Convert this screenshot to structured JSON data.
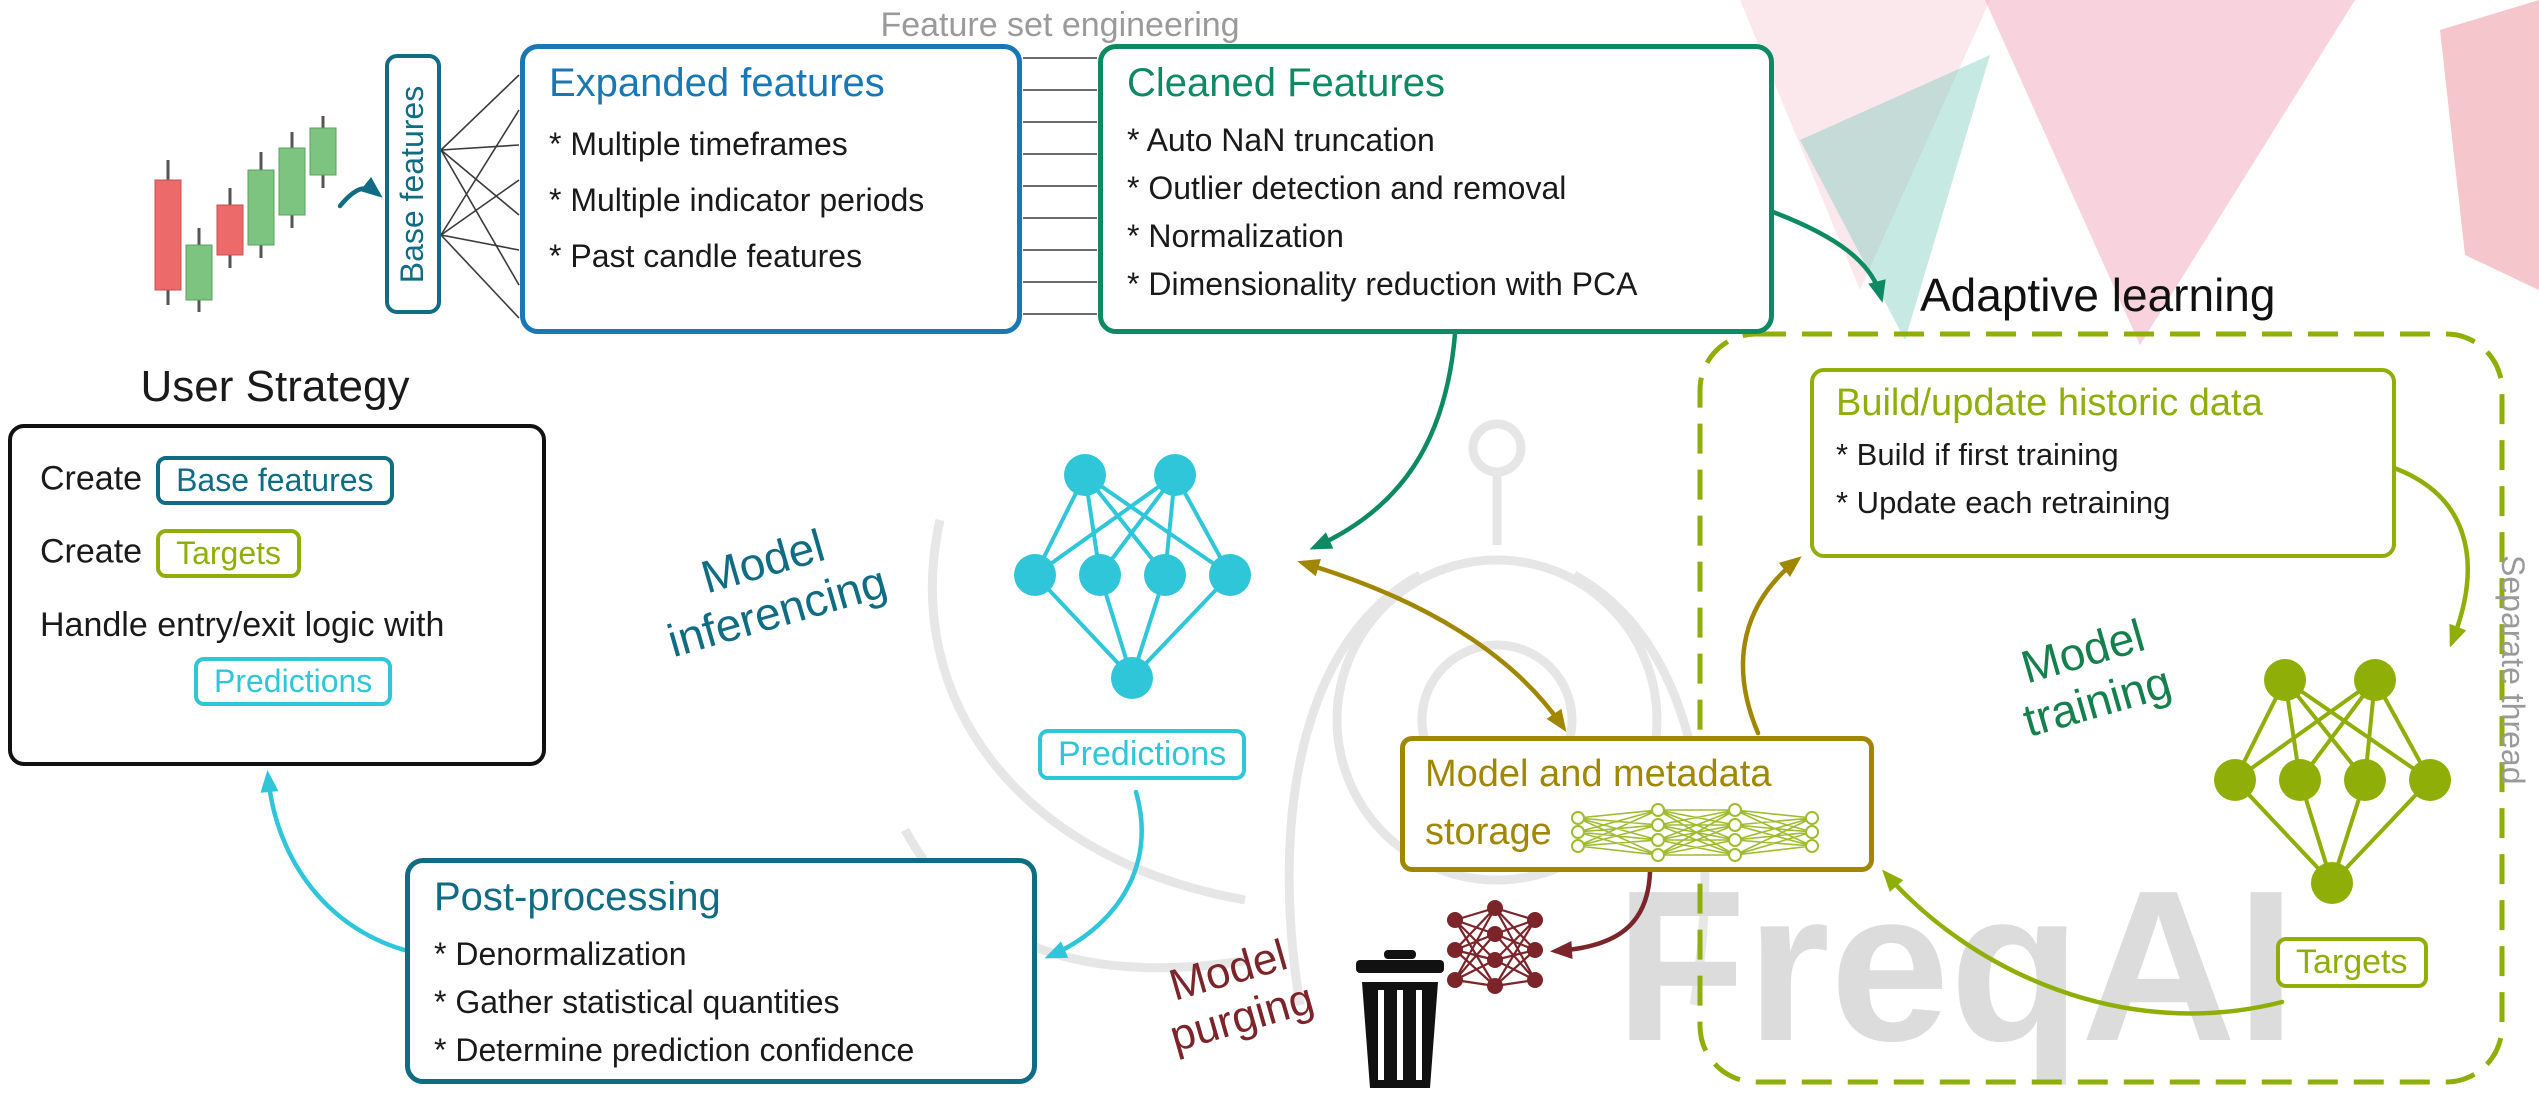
{
  "watermark": {
    "text": "FreqAI"
  },
  "labels": {
    "feature_set_engineering": "Feature set engineering",
    "base_features_vertical": "Base features",
    "adaptive_learning": "Adaptive learning",
    "separate_thread": "Separate thread",
    "user_strategy_title": "User Strategy"
  },
  "expanded": {
    "title": "Expanded features",
    "items": [
      "* Multiple timeframes",
      "* Multiple indicator periods",
      "* Past candle features"
    ]
  },
  "cleaned": {
    "title": "Cleaned Features",
    "items": [
      "* Auto NaN truncation",
      "* Outlier detection and removal",
      "* Normalization",
      "* Dimensionality reduction with PCA"
    ]
  },
  "build": {
    "title": "Build/update historic data",
    "items": [
      "* Build if first training",
      "* Update each retraining"
    ]
  },
  "post": {
    "title": "Post-processing",
    "items": [
      "* Denormalization",
      "* Gather statistical quantities",
      "* Determine prediction confidence"
    ]
  },
  "storage": {
    "line1": "Model and metadata",
    "line2": "storage"
  },
  "strategy": {
    "create1": "Create",
    "chip_base": "Base features",
    "create2": "Create",
    "chip_targets": "Targets",
    "handle": "Handle entry/exit logic with",
    "chip_predictions": "Predictions"
  },
  "inference": {
    "line1": "Model",
    "line2": "inferencing"
  },
  "training": {
    "line1": "Model",
    "line2": "training"
  },
  "purging": {
    "line1": "Model",
    "line2": "purging"
  },
  "chips": {
    "predictions": "Predictions",
    "targets": "Targets"
  },
  "colors": {
    "blue": "#1878b4",
    "teal_dark": "#0f6c83",
    "green": "#0d8a62",
    "cyan": "#2fc6d9",
    "olive": "#8fae08",
    "dark_yellow": "#a18700",
    "dark_green": "#15804d",
    "dark_red": "#7b2429",
    "gray": "#9a9a9a",
    "ink": "#1a1a1a"
  }
}
